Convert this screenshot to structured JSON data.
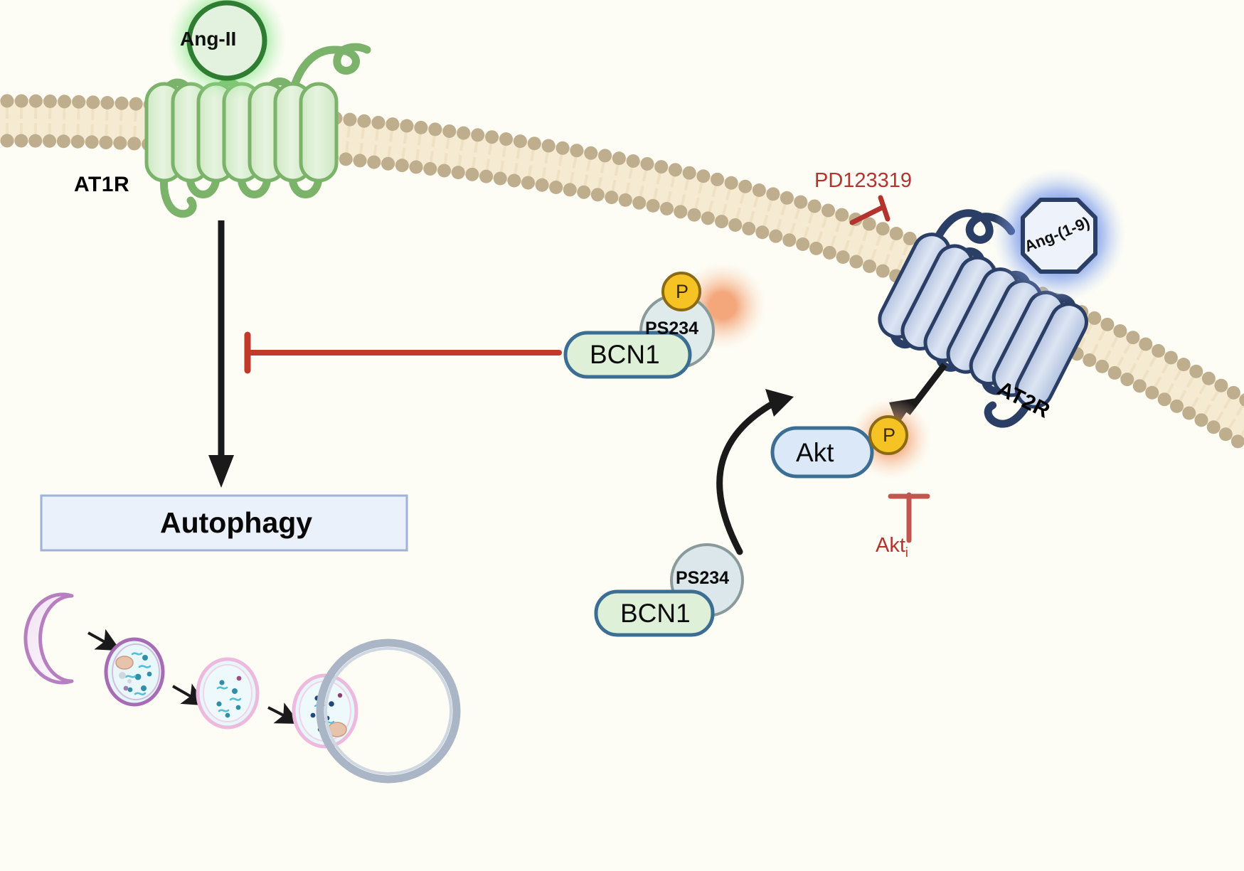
{
  "figure": {
    "type": "signaling-pathway-diagram",
    "background_color": "#fdfdf5",
    "membrane_color": "#bfae8e",
    "membrane_tail_color": "#f5ead2"
  },
  "receptors": [
    {
      "id": "at1r",
      "label": "AT1R",
      "helix_count": 7,
      "fill": "#dceed5",
      "stroke": "#7cb36a",
      "orientation": "vertical"
    },
    {
      "id": "at2r",
      "label": "AT2R",
      "helix_count": 7,
      "fill": "#c7d2e8",
      "stroke": "#2b3f66",
      "orientation": "tilted"
    }
  ],
  "ligands": [
    {
      "id": "ang2",
      "label": "Ang-II",
      "shape": "circle",
      "fill": "#e3f2de",
      "stroke": "#2f7d32",
      "glow": "#5ed35e"
    },
    {
      "id": "ang19",
      "label": "Ang-(1-9)",
      "shape": "octagon",
      "fill": "#eef2fb",
      "stroke": "#2b3f66",
      "glow": "#4a6fe0"
    }
  ],
  "nodes": [
    {
      "id": "bcn1-phospho",
      "label": "BCN1",
      "partner_label": "PS234",
      "phospho_label": "P",
      "fill": "#dff0d8",
      "stroke": "#3c6e93",
      "partner_fill": "#dfeaea",
      "partner_stroke": "#8a9a9a",
      "phospho_fill": "#f6c324",
      "phospho_stroke": "#8a6a12",
      "phospho_glow": "#f09a6a",
      "phosphorylated": true
    },
    {
      "id": "bcn1-unphospho",
      "label": "BCN1",
      "partner_label": "PS234",
      "fill": "#dff0d8",
      "stroke": "#3c6e93",
      "partner_fill": "#dbe7ea",
      "partner_stroke": "#8a9a9a",
      "phosphorylated": false
    },
    {
      "id": "akt",
      "label": "Akt",
      "phospho_label": "P",
      "fill": "#dbe8f7",
      "stroke": "#3c6e93",
      "phospho_fill": "#f6c324",
      "phospho_stroke": "#8a6a12",
      "phospho_glow": "#f09a6a",
      "phosphorylated": true
    },
    {
      "id": "autophagy",
      "label": "Autophagy",
      "fill": "#eaf1fb",
      "stroke": "#9fb4d4"
    }
  ],
  "inhibitors": [
    {
      "id": "pd123319",
      "label": "PD123319",
      "color": "#b5332e",
      "target": "at2r"
    },
    {
      "id": "akt-inhibitor",
      "label": "Akt",
      "subscript": "i",
      "color": "#b5332e",
      "target": "akt"
    }
  ],
  "edges": [
    {
      "id": "at1r-to-autophagy",
      "type": "arrow",
      "color": "#1a1a1a",
      "from": "at1r",
      "to": "autophagy"
    },
    {
      "id": "at1r-inhibits-bcn1",
      "type": "inhibition",
      "color": "#b5332e",
      "from": "at1r-pathway",
      "to": "bcn1-phospho"
    },
    {
      "id": "at2r-to-akt",
      "type": "arrow",
      "color": "#1a1a1a",
      "from": "at2r",
      "to": "akt"
    },
    {
      "id": "bcn1-to-bcn1p",
      "type": "curved-arrow",
      "color": "#1a1a1a",
      "from": "bcn1-unphospho",
      "to": "bcn1-phospho"
    }
  ],
  "autophagy_stages": [
    {
      "id": "phagophore",
      "stroke": "#b77ec0",
      "fill": "#f7edf8"
    },
    {
      "id": "autophagosome",
      "stroke": "#a86cb5",
      "fill": "#e4f5fb"
    },
    {
      "id": "amphisome",
      "stroke": "#edb9dd",
      "fill": "#e7f6fb"
    },
    {
      "id": "autolysosome",
      "stroke": "#edb9dd",
      "fill": "#e7f6fb"
    },
    {
      "id": "lysosome-ring",
      "stroke": "#aab6c6",
      "fill": "none"
    }
  ]
}
